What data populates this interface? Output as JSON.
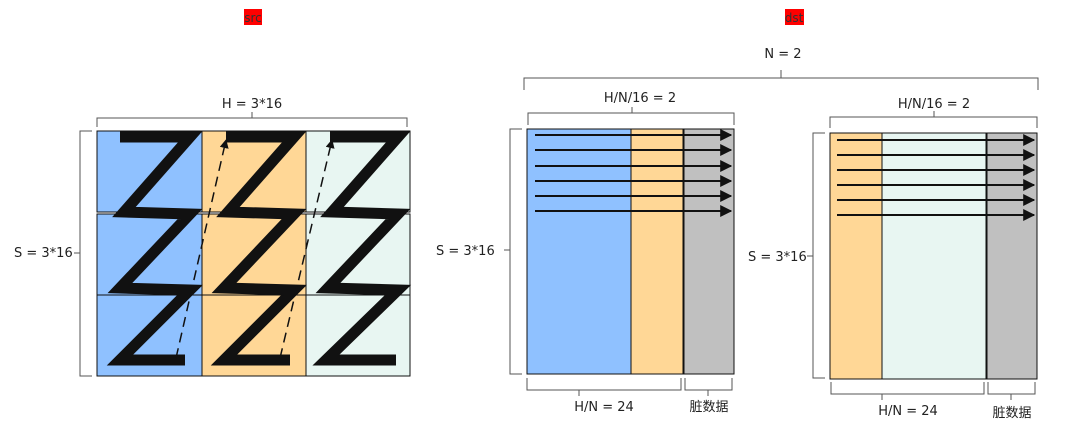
{
  "src": {
    "tag": "src",
    "width_label": "H = 3*16",
    "height_label": "S = 3*16",
    "grid": {
      "rows": 3,
      "cols": 3,
      "col_colors": [
        "#8fc1ff",
        "#ffd796",
        "#e8f6f2"
      ]
    }
  },
  "dst": {
    "tag": "dst",
    "n_label": "N = 2",
    "blocks": [
      {
        "top_label": "H/N/16 = 2",
        "side_label": "S = 3*16",
        "bottom_label": "H/N = 24",
        "dirty_label": "脏数据",
        "col_colors": [
          "#8fc1ff",
          "#ffd796",
          "#c0c0c0"
        ],
        "arrow_count": 6
      },
      {
        "top_label": "H/N/16 = 2",
        "side_label": "S = 3*16",
        "bottom_label": "H/N = 24",
        "dirty_label": "脏数据",
        "col_colors": [
          "#ffd796",
          "#e8f6f2",
          "#c0c0c0"
        ],
        "arrow_count": 6
      }
    ]
  },
  "colors": {
    "tag_bg": "#ff0000",
    "blue": "#8fc1ff",
    "orange": "#ffd796",
    "mint": "#e8f6f2",
    "gray": "#c0c0c0",
    "line": "#111111"
  }
}
